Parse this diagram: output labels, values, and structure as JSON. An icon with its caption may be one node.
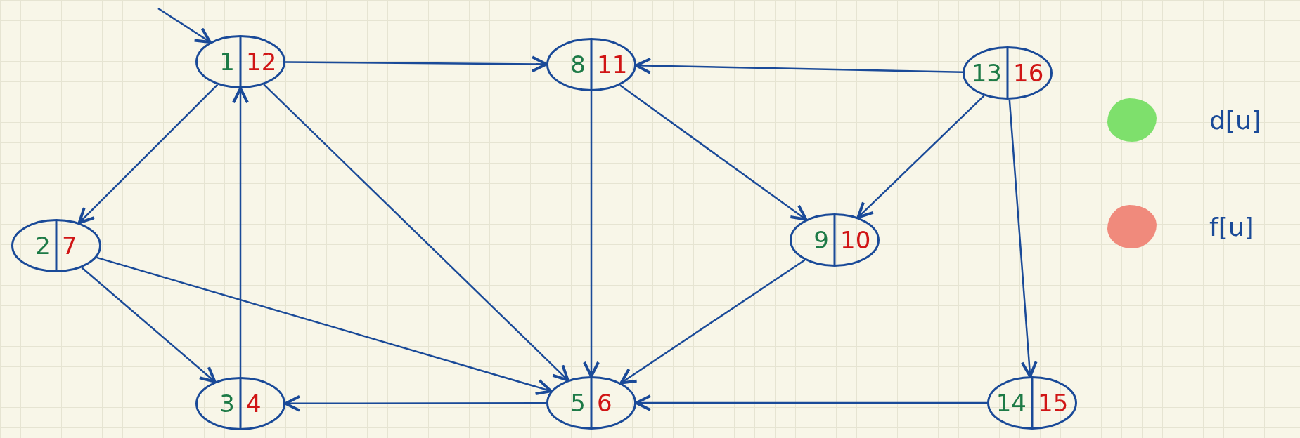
{
  "diagram": {
    "nodes": [
      {
        "text": [
          "1",
          "12"
        ]
      },
      {
        "text": [
          "8",
          "11"
        ]
      },
      {
        "text": [
          "13",
          "16"
        ]
      },
      {
        "text": [
          "2",
          "7"
        ]
      },
      {
        "text": [
          "9",
          "10"
        ]
      },
      {
        "text": [
          "3",
          "4"
        ]
      },
      {
        "text": [
          "5",
          "6"
        ]
      },
      {
        "text": [
          "14",
          "15"
        ]
      }
    ],
    "edges": [
      {
        "from": null,
        "to": 0,
        "arrow": "to"
      },
      {
        "from": 0,
        "to": 1,
        "arrow": "to"
      },
      {
        "from": 2,
        "to": 1,
        "arrow": "to"
      },
      {
        "from": 0,
        "to": 3,
        "arrow": "to"
      },
      {
        "from": 0,
        "to": 6,
        "arrow": "to"
      },
      {
        "from": 1,
        "to": 6,
        "arrow": "to"
      },
      {
        "from": 1,
        "to": 4,
        "arrow": "to"
      },
      {
        "from": 2,
        "to": 4,
        "arrow": "to"
      },
      {
        "from": 2,
        "to": 7,
        "arrow": "to"
      },
      {
        "from": 3,
        "to": 5,
        "arrow": "to"
      },
      {
        "from": 3,
        "to": 6,
        "arrow": "to"
      },
      {
        "from": 5,
        "to": 0,
        "arrow": "to"
      },
      {
        "from": 4,
        "to": 6,
        "arrow": "to"
      },
      {
        "from": 6,
        "to": 5,
        "arrow": "to"
      },
      {
        "from": 7,
        "to": 6,
        "arrow": "to"
      }
    ],
    "legend": [
      {
        "text": "d[u]",
        "color": "#7ee06c"
      },
      {
        "text": "f[u]",
        "color": "#f08a7c"
      }
    ]
  }
}
